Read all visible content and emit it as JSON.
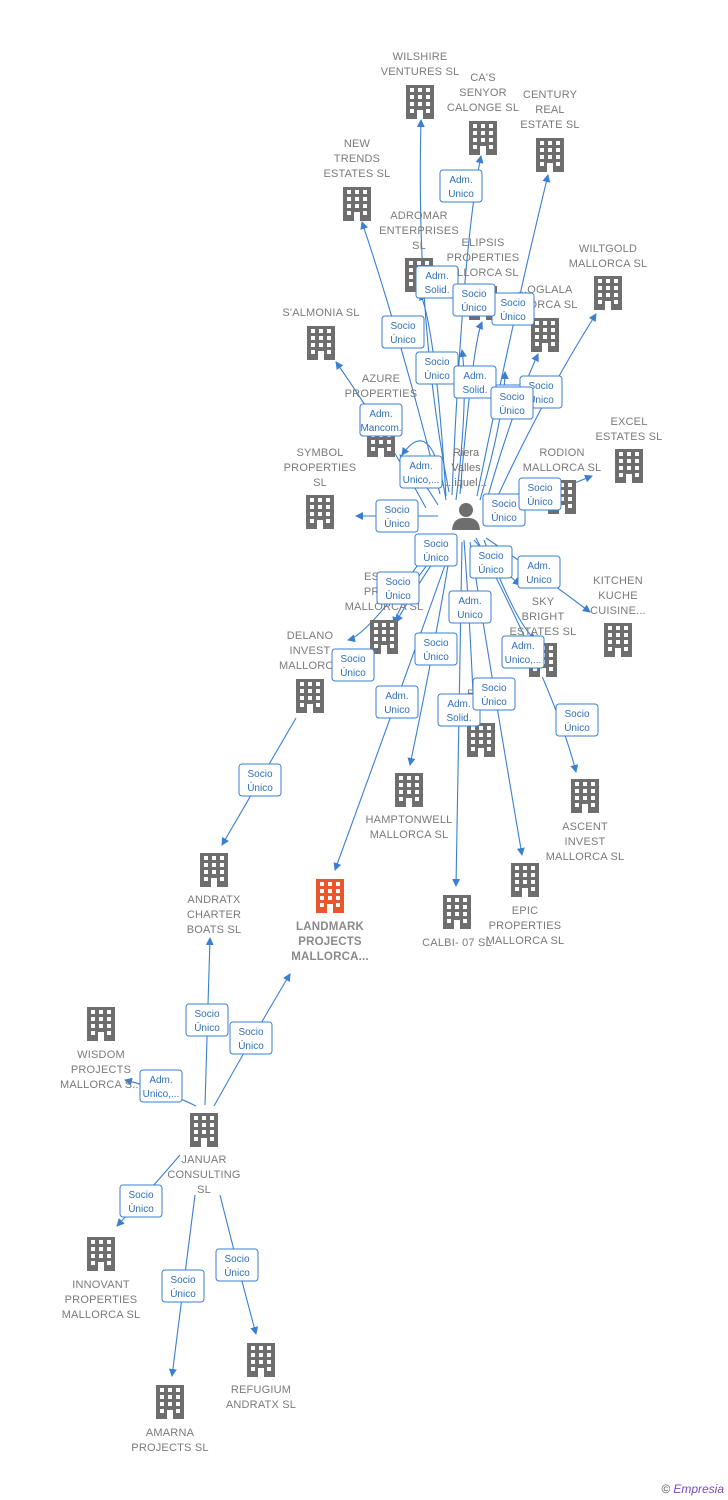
{
  "colors": {
    "edge": "#3a7fd0",
    "building": "#6e6e6e",
    "building_focus": "#e8572b",
    "label": "#7a7a7a"
  },
  "person": {
    "id": "person",
    "label_lines": [
      "Riera",
      "Valles",
      "...iquel..."
    ]
  },
  "nodes": [
    {
      "id": "wilshire",
      "lines": [
        "WILSHIRE",
        "VENTURES  SL"
      ],
      "icon": "building-icon"
    },
    {
      "id": "cas",
      "lines": [
        "CA'S",
        "SENYOR",
        "CALONGE  SL"
      ],
      "icon": "building-icon"
    },
    {
      "id": "century",
      "lines": [
        "CENTURY",
        "REAL",
        "ESTATE  SL"
      ],
      "icon": "building-icon"
    },
    {
      "id": "newtrends",
      "lines": [
        "NEW",
        "TRENDS",
        "ESTATES  SL"
      ],
      "icon": "building-icon"
    },
    {
      "id": "adromar",
      "lines": [
        "ADROMAR",
        "ENTERPRISES",
        "SL"
      ],
      "icon": "building-icon"
    },
    {
      "id": "elipsis",
      "lines": [
        "ELIPSIS",
        "PROPERTIES",
        "...LLORCA  SL"
      ],
      "icon": "building-icon"
    },
    {
      "id": "wiltgold",
      "lines": [
        "WILTGOLD",
        "MALLORCA  SL"
      ],
      "icon": "building-icon"
    },
    {
      "id": "oglala",
      "lines": [
        "...OGLALA",
        "...LORCA  SL"
      ],
      "icon": "building-icon"
    },
    {
      "id": "salmonia",
      "lines": [
        "S'ALMONIA SL"
      ],
      "icon": "building-icon"
    },
    {
      "id": "azure",
      "lines": [
        "AZURE",
        "PROPERTIES"
      ],
      "icon": "building-icon"
    },
    {
      "id": "excel",
      "lines": [
        "EXCEL",
        "ESTATES  SL"
      ],
      "icon": "building-icon"
    },
    {
      "id": "symbol",
      "lines": [
        "SYMBOL",
        "PROPERTIES",
        "SL"
      ],
      "icon": "building-icon"
    },
    {
      "id": "rodion",
      "lines": [
        "RODION",
        "MALLORCA  SL"
      ],
      "icon": "building-icon"
    },
    {
      "id": "essence",
      "lines": [
        "ESSE...",
        "PROP...",
        "MALLORCA  SL"
      ],
      "icon": "building-icon"
    },
    {
      "id": "kitchen",
      "lines": [
        "KITCHEN",
        "KUCHE",
        "CUISINE..."
      ],
      "icon": "building-icon"
    },
    {
      "id": "skybright",
      "lines": [
        "SKY",
        "BRIGHT",
        "ESTATES  SL"
      ],
      "icon": "building-icon"
    },
    {
      "id": "delano",
      "lines": [
        "DELANO",
        "INVEST",
        "MALLORCA"
      ],
      "icon": "building-icon"
    },
    {
      "id": "epiccenter",
      "lines": [
        "EPI..."
      ],
      "icon": "building-icon"
    },
    {
      "id": "hamptonwell",
      "lines": [
        "HAMPTONWELL",
        "MALLORCA  SL"
      ],
      "icon": "building-icon"
    },
    {
      "id": "ascent",
      "lines": [
        "ASCENT",
        "INVEST",
        "MALLORCA  SL"
      ],
      "icon": "building-icon"
    },
    {
      "id": "andratx",
      "lines": [
        "ANDRATX",
        "CHARTER",
        "BOATS  SL"
      ],
      "icon": "building-icon"
    },
    {
      "id": "landmark",
      "lines": [
        "LANDMARK",
        "PROJECTS",
        "MALLORCA..."
      ],
      "icon": "building-icon",
      "focus": true
    },
    {
      "id": "calbi",
      "lines": [
        "CALBI- 07 SL"
      ],
      "icon": "building-icon"
    },
    {
      "id": "epic",
      "lines": [
        "EPIC",
        "PROPERTIES",
        "MALLORCA  SL"
      ],
      "icon": "building-icon"
    },
    {
      "id": "wisdom",
      "lines": [
        "WISDOM",
        "PROJECTS",
        "MALLORCA  S..."
      ],
      "icon": "building-icon"
    },
    {
      "id": "januar",
      "lines": [
        "JANUAR",
        "CONSULTING",
        "SL"
      ],
      "icon": "building-icon"
    },
    {
      "id": "innovant",
      "lines": [
        "INNOVANT",
        "PROPERTIES",
        "MALLORCA  SL"
      ],
      "icon": "building-icon"
    },
    {
      "id": "refugium",
      "lines": [
        "REFUGIUM",
        "ANDRATX  SL"
      ],
      "icon": "building-icon"
    },
    {
      "id": "amarna",
      "lines": [
        "AMARNA",
        "PROJECTS  SL"
      ],
      "icon": "building-icon"
    }
  ],
  "edges": [
    {
      "id": "e-wilshire",
      "from": "person",
      "to": "wilshire",
      "lines": [
        "Socio",
        "Único"
      ]
    },
    {
      "id": "e-cas",
      "from": "person",
      "to": "cas",
      "lines": [
        "Adm.",
        "Unico"
      ]
    },
    {
      "id": "e-century",
      "from": "person",
      "to": "century",
      "lines": [
        "Socio",
        "Único"
      ]
    },
    {
      "id": "e-newtrends",
      "from": "person",
      "to": "newtrends",
      "lines": [
        "Socio",
        "Único"
      ]
    },
    {
      "id": "e-adromar",
      "from": "person",
      "to": "adromar",
      "lines": [
        "Adm.",
        "Solid."
      ]
    },
    {
      "id": "e-elipsis",
      "from": "person",
      "to": "elipsis",
      "lines": [
        "Socio",
        "Único"
      ]
    },
    {
      "id": "e-oglala",
      "from": "person",
      "to": "oglala",
      "lines": [
        "Socio",
        "Único"
      ]
    },
    {
      "id": "e-wiltgold",
      "from": "person",
      "to": "wiltgold",
      "lines": [
        "Socio",
        "Único"
      ]
    },
    {
      "id": "e-salmonia",
      "from": "person",
      "to": "salmonia",
      "lines": [
        "Adm.",
        "Mancom."
      ]
    },
    {
      "id": "e-azure",
      "from": "person",
      "to": "azure",
      "lines": [
        "Socio",
        "Único"
      ]
    },
    {
      "id": "e-azure2",
      "from": "person",
      "to": "azure",
      "lines": [
        "Adm.",
        "Solid."
      ]
    },
    {
      "id": "e-unk",
      "from": "person",
      "to": "oglala",
      "lines": [
        "Socio",
        "Único"
      ]
    },
    {
      "id": "e-azure3",
      "from": "person",
      "to": "azure",
      "lines": [
        "Adm.",
        "Unico,..."
      ]
    },
    {
      "id": "e-excel",
      "from": "person",
      "to": "excel",
      "lines": [
        "Socio",
        "Único"
      ]
    },
    {
      "id": "e-rodion",
      "from": "person",
      "to": "rodion",
      "lines": [
        "Socio",
        "Único"
      ]
    },
    {
      "id": "e-symbol",
      "from": "person",
      "to": "symbol",
      "lines": [
        "Socio",
        "Único"
      ]
    },
    {
      "id": "e-essence",
      "from": "person",
      "to": "essence",
      "lines": [
        "Socio",
        "Único"
      ]
    },
    {
      "id": "e-essence2",
      "from": "person",
      "to": "essence",
      "lines": [
        "Socio",
        "Único"
      ]
    },
    {
      "id": "e-skybright",
      "from": "person",
      "to": "skybright",
      "lines": [
        "Socio",
        "Único"
      ]
    },
    {
      "id": "e-kitchen",
      "from": "person",
      "to": "kitchen",
      "lines": [
        "Adm.",
        "Unico"
      ]
    },
    {
      "id": "e-epiccenter",
      "from": "person",
      "to": "epiccenter",
      "lines": [
        "Adm.",
        "Unico"
      ]
    },
    {
      "id": "e-skybright2",
      "from": "person",
      "to": "skybright",
      "lines": [
        "Adm.",
        "Unico,..."
      ]
    },
    {
      "id": "e-delano",
      "from": "person",
      "to": "delano",
      "lines": [
        "Socio",
        "Único"
      ]
    },
    {
      "id": "e-hamptonwell",
      "from": "person",
      "to": "hamptonwell",
      "lines": [
        "Socio",
        "Único"
      ]
    },
    {
      "id": "e-landmark",
      "from": "person",
      "to": "landmark",
      "lines": [
        "Adm.",
        "Unico"
      ]
    },
    {
      "id": "e-calbi",
      "from": "person",
      "to": "calbi",
      "lines": [
        "Adm.",
        "Solid."
      ]
    },
    {
      "id": "e-epic",
      "from": "person",
      "to": "epic",
      "lines": [
        "Socio",
        "Único"
      ]
    },
    {
      "id": "e-ascent",
      "from": "person",
      "to": "ascent",
      "lines": [
        "Socio",
        "Único"
      ]
    },
    {
      "id": "e-andratx-d",
      "from": "delano",
      "to": "andratx",
      "lines": [
        "Socio",
        "Único"
      ]
    },
    {
      "id": "e-januar-andratx",
      "from": "januar",
      "to": "andratx",
      "lines": [
        "Socio",
        "Único"
      ]
    },
    {
      "id": "e-januar-landmark",
      "from": "januar",
      "to": "landmark",
      "lines": [
        "Socio",
        "Único"
      ]
    },
    {
      "id": "e-januar-wisdom",
      "from": "januar",
      "to": "wisdom",
      "lines": [
        "Adm.",
        "Unico,..."
      ]
    },
    {
      "id": "e-januar-innovant",
      "from": "januar",
      "to": "innovant",
      "lines": [
        "Socio",
        "Único"
      ]
    },
    {
      "id": "e-januar-amarna",
      "from": "januar",
      "to": "amarna",
      "lines": [
        "Socio",
        "Único"
      ]
    },
    {
      "id": "e-januar-refugium",
      "from": "januar",
      "to": "refugium",
      "lines": [
        "Socio",
        "Único"
      ]
    }
  ],
  "footer": {
    "copyright": "©",
    "brand": "Empresia"
  }
}
